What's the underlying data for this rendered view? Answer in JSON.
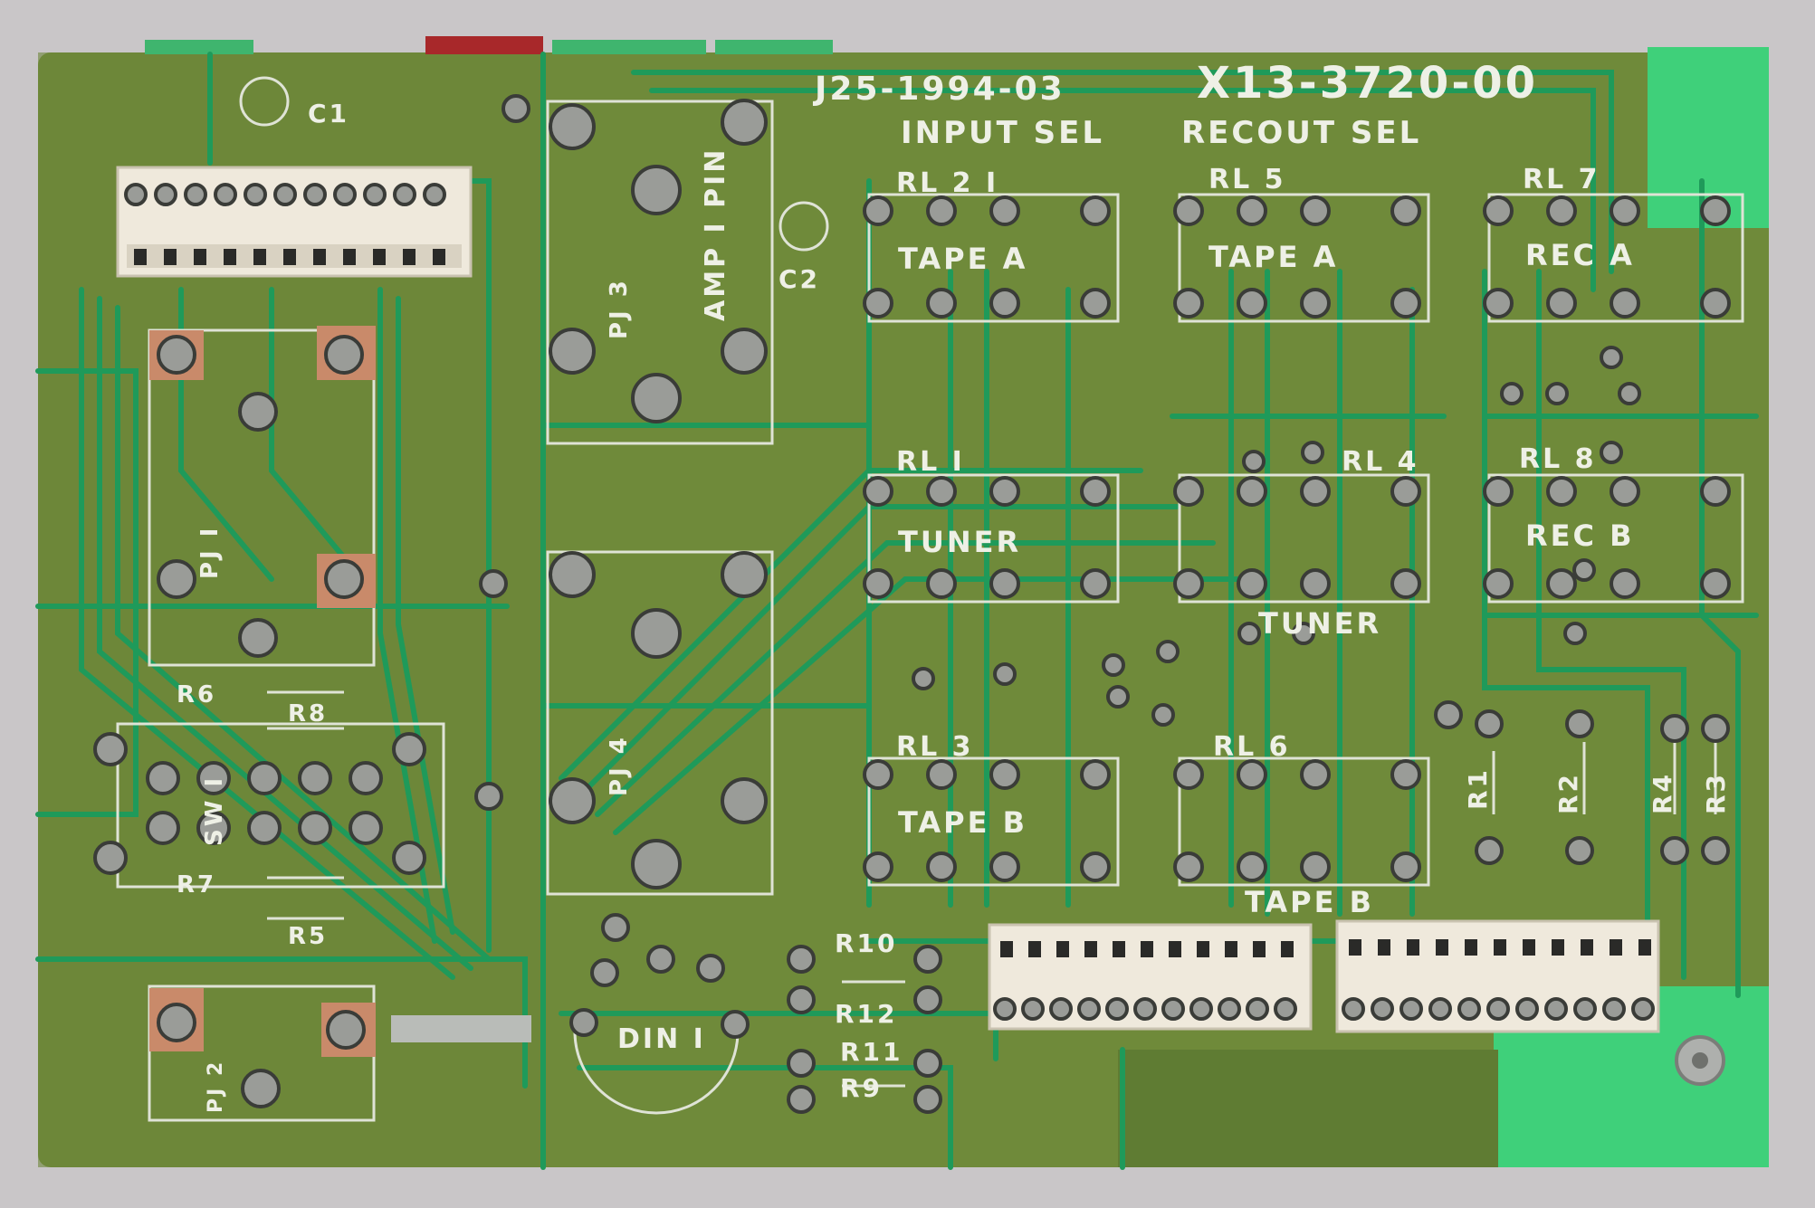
{
  "photo": {
    "colors": {
      "background": "#c9c6c8",
      "board": "#6f8a3a",
      "board_dark": "#5a7330",
      "board_bright": "#3fd07a",
      "trace": "#1f9a5a",
      "solder": "#9a9c98",
      "silkscreen": "#eef0e6",
      "connector": "#efe9dc",
      "copper_pad": "#c98a6a"
    },
    "silkscreen": {
      "part_number": "J25-1994-03",
      "board_code": "X13-3720-00",
      "input_sel": "INPUT SEL",
      "recout_sel": "RECOUT SEL",
      "c1": "C1",
      "c2": "C2",
      "pj3": "PJ 3",
      "amp_pin": "AMP I PIN",
      "pj1": "PJ I",
      "pj2": "PJ 2",
      "pj4": "PJ 4",
      "sw1": "SW I",
      "din1": "DIN I",
      "rl21": "RL 2 I",
      "rl5": "RL 5",
      "rl7": "RL 7",
      "rl1": "RL I",
      "rl4": "RL 4",
      "rl8": "RL 8",
      "rl3": "RL 3",
      "rl6": "RL 6",
      "tape_a_input": "TAPE A",
      "tape_a_recout": "TAPE A",
      "rec_a": "REC A",
      "tuner_input": "TUNER",
      "tuner_recout": "TUNER",
      "rec_b": "REC B",
      "tape_b_input": "TAPE B",
      "tape_b_recout": "TAPE B",
      "r1": "R1",
      "r2": "R2",
      "r3": "R3",
      "r4": "R4",
      "r5": "R5",
      "r6": "R6",
      "r7": "R7",
      "r8": "R8",
      "r9": "R9",
      "r10": "R10",
      "r11": "R11",
      "r12": "R12"
    }
  }
}
